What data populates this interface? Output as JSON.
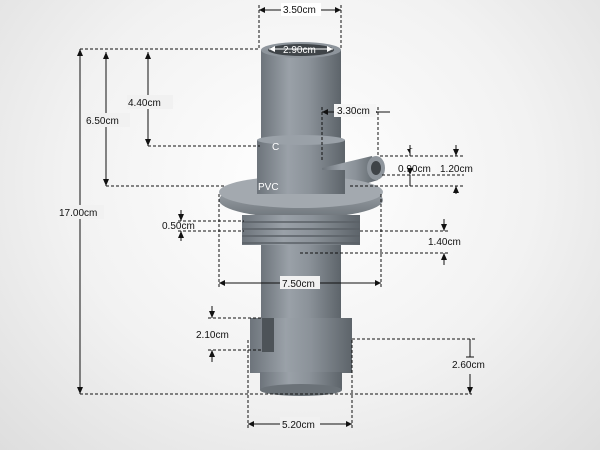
{
  "dimensions": {
    "top_outer_diameter": "3.50cm",
    "top_inner_diameter": "2.90cm",
    "height_to_ring": "4.40cm",
    "height_to_flange": "6.50cm",
    "total_height": "17.00cm",
    "side_outlet_offset": "3.30cm",
    "side_outlet_diameter": "0.90cm",
    "side_outlet_height": "1.20cm",
    "flange_thickness": "0.50cm",
    "thread_length": "1.40cm",
    "flange_diameter": "7.50cm",
    "lower_slot_length": "2.10cm",
    "lower_collar_height": "2.60cm",
    "lower_collar_diameter": "5.20cm"
  },
  "part_marking": "C"
}
